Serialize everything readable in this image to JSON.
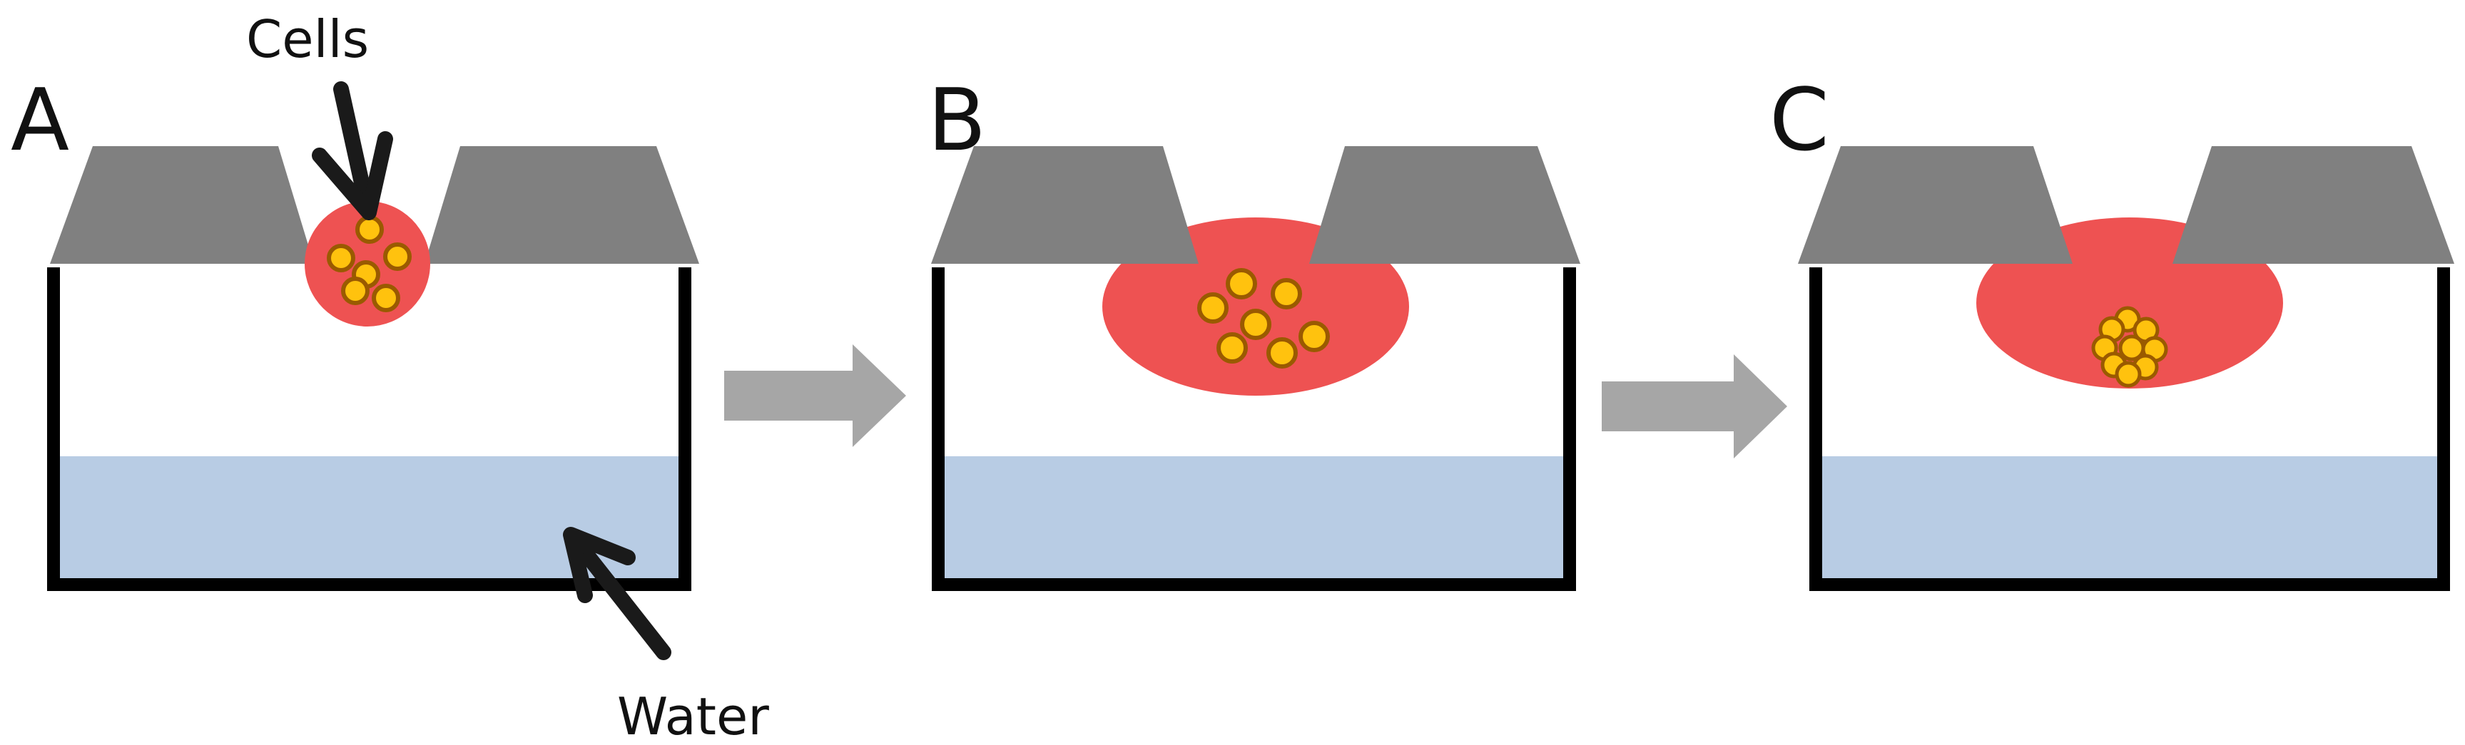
{
  "panels": [
    {
      "label": "A",
      "droplet": "small"
    },
    {
      "label": "B",
      "droplet": "large"
    },
    {
      "label": "C",
      "droplet": "large-aggregated"
    }
  ],
  "annotations": {
    "cells": "Cells",
    "water": "Water"
  },
  "colors": {
    "plate": "#808080",
    "droplet": "#ee5252",
    "cell_fill": "#ffc20e",
    "cell_stroke": "#9a5a00",
    "water": "#b8cce4",
    "box_stroke": "#000000",
    "flow_arrow": "#a6a6a6",
    "pointer_arrow": "#1a1a1a"
  }
}
